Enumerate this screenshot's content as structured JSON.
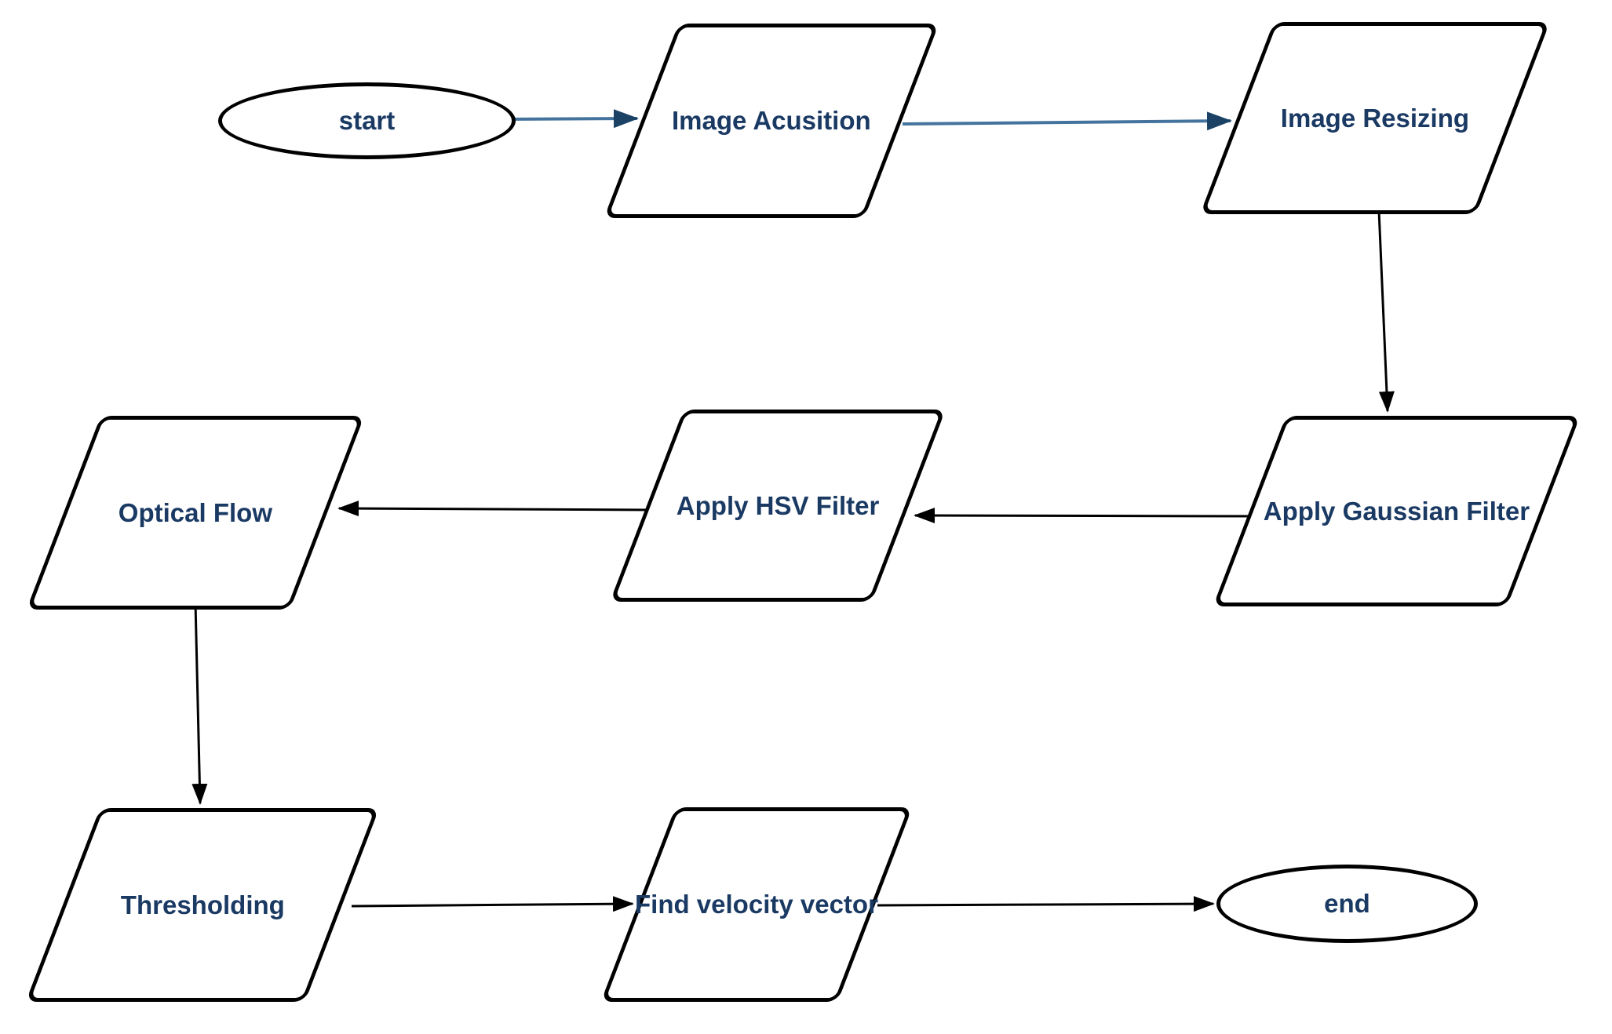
{
  "diagram": {
    "background_color": "#ffffff",
    "node_border_color": "#000000",
    "node_fill_color": "#ffffff",
    "label_color": "#1a3a64",
    "arrow_blue_color": "#44749e",
    "arrow_blue_head_color": "#1b4265",
    "arrow_black_color": "#000000",
    "nodes": [
      {
        "id": "start",
        "shape": "ellipse",
        "label": "start"
      },
      {
        "id": "image-acquisition",
        "shape": "parallelogram",
        "label": "Image Acusition"
      },
      {
        "id": "image-resizing",
        "shape": "parallelogram",
        "label": "Image Resizing"
      },
      {
        "id": "apply-gaussian-filter",
        "shape": "parallelogram",
        "label": "Apply Gaussian Filter"
      },
      {
        "id": "apply-hsv-filter",
        "shape": "parallelogram",
        "label": "Apply HSV Filter"
      },
      {
        "id": "optical-flow",
        "shape": "parallelogram",
        "label": "Optical Flow"
      },
      {
        "id": "thresholding",
        "shape": "parallelogram",
        "label": "Thresholding"
      },
      {
        "id": "find-velocity-vector",
        "shape": "parallelogram",
        "label": "Find velocity vector"
      },
      {
        "id": "end",
        "shape": "ellipse",
        "label": "end"
      }
    ],
    "edges": [
      {
        "from": "start",
        "to": "image-acquisition",
        "style": "blue"
      },
      {
        "from": "image-acquisition",
        "to": "image-resizing",
        "style": "blue"
      },
      {
        "from": "image-resizing",
        "to": "apply-gaussian-filter",
        "style": "black"
      },
      {
        "from": "apply-gaussian-filter",
        "to": "apply-hsv-filter",
        "style": "black"
      },
      {
        "from": "apply-hsv-filter",
        "to": "optical-flow",
        "style": "black"
      },
      {
        "from": "optical-flow",
        "to": "thresholding",
        "style": "black"
      },
      {
        "from": "thresholding",
        "to": "find-velocity-vector",
        "style": "black"
      },
      {
        "from": "find-velocity-vector",
        "to": "end",
        "style": "black"
      }
    ]
  }
}
